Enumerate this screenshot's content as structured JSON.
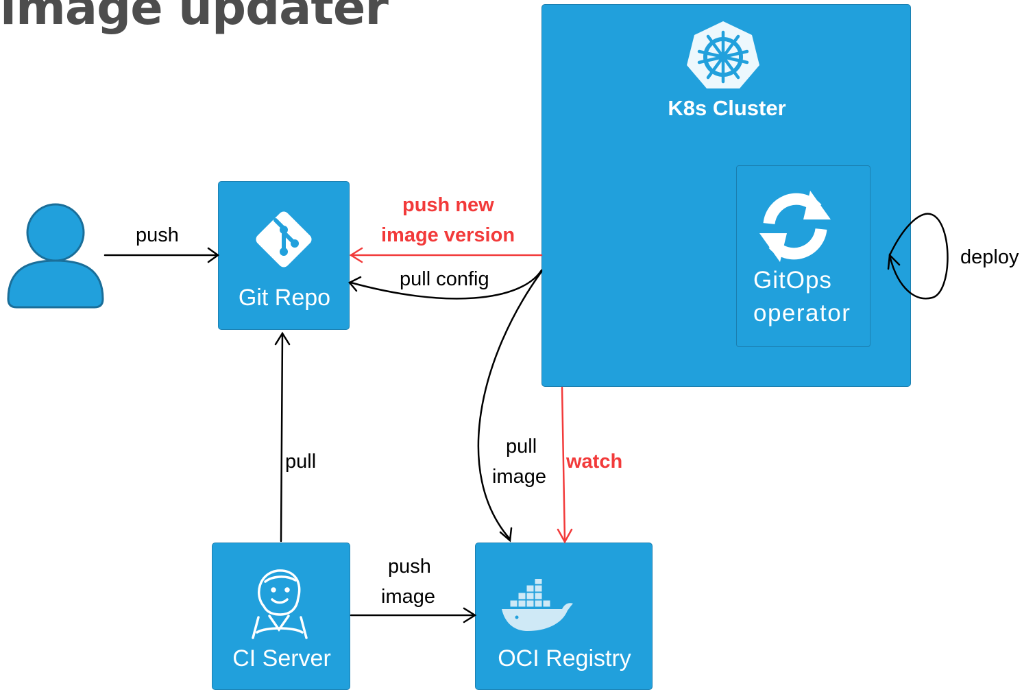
{
  "title": "image updater",
  "colors": {
    "box_fill": "#21a0dc",
    "box_border": "#1b7fb0",
    "arrow_black": "#000000",
    "arrow_red": "#f23a3a",
    "title_color": "#4d4d4d"
  },
  "nodes": {
    "user": {
      "icon": "user-icon"
    },
    "git_repo": {
      "label": "Git Repo",
      "icon": "git-icon"
    },
    "k8s_cluster": {
      "label": "K8s Cluster",
      "icon": "kubernetes-icon"
    },
    "gitops_operator": {
      "label_line1": "GitOps",
      "label_line2": "operator",
      "icon": "sync-icon"
    },
    "ci_server": {
      "label": "CI Server",
      "icon": "jenkins-icon"
    },
    "oci_registry": {
      "label": "OCI Registry",
      "icon": "docker-icon"
    }
  },
  "edges": {
    "user_push": "push",
    "push_new_line1": "push new",
    "push_new_line2": "image version",
    "pull_config": "pull config",
    "deploy": "deploy",
    "pull_line1": "pull",
    "pull_line2": "image",
    "watch": "watch",
    "ci_pull": "pull",
    "push_image_line1": "push",
    "push_image_line2": "image"
  }
}
